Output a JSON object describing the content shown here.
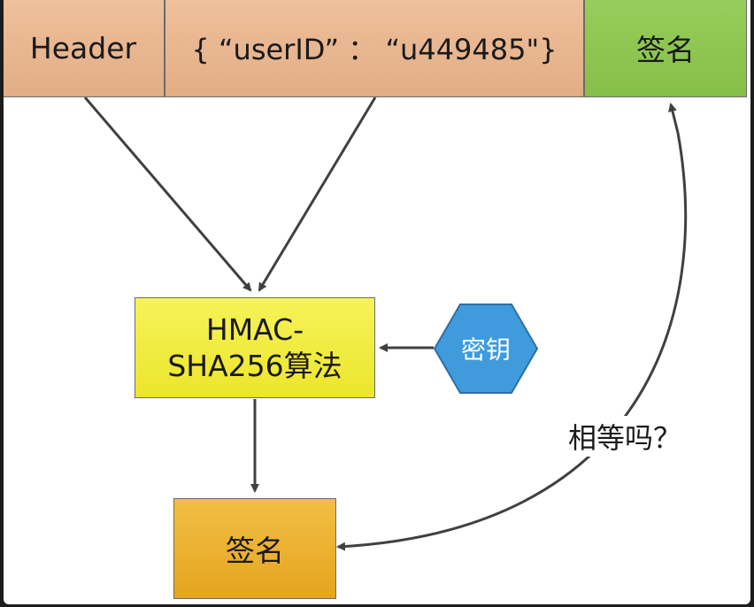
{
  "token": {
    "header_label": "Header",
    "payload_label": "{ “userID” ： “u449485\"}",
    "signature_label": "签名"
  },
  "algorithm": {
    "line1": "HMAC-",
    "line2": "SHA256算法"
  },
  "key": {
    "label": "密钥"
  },
  "result": {
    "signature_label": "签名"
  },
  "compare": {
    "label": "相等吗？"
  },
  "colors": {
    "token_part": "#e8b892",
    "signature_part": "#8dc653",
    "algorithm_box": "#f1ee45",
    "key_hexagon": "#3f9bdc",
    "result_box": "#eab331",
    "arrow": "#404040"
  }
}
